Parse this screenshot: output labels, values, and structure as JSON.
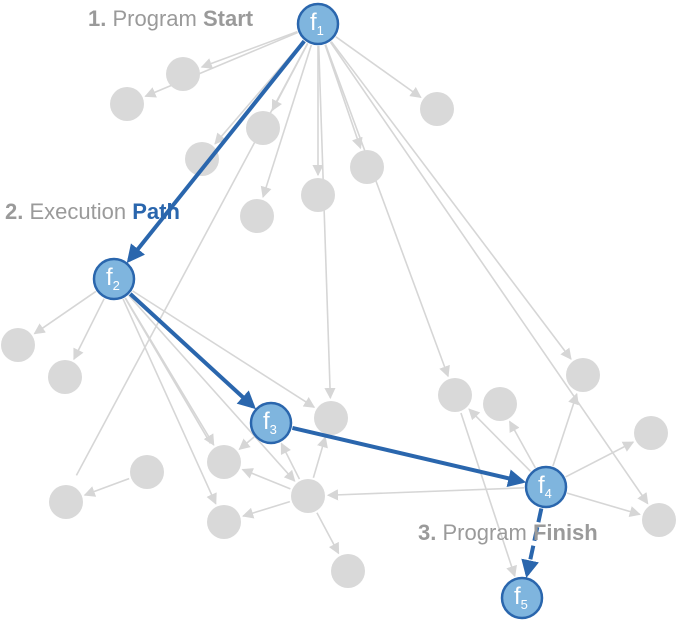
{
  "colors": {
    "path": "#2a66ad",
    "node_fill": "#7fb5de",
    "node_stroke": "#2a66ad",
    "gray_node": "#d9d9d9",
    "gray_edge": "#d6d6d6",
    "label_gray": "#9a9a9a"
  },
  "labels": {
    "start": {
      "number": "1.",
      "text": " Program ",
      "emph": "Start"
    },
    "path": {
      "number": "2.",
      "text": " Execution ",
      "emph": "Path"
    },
    "finish": {
      "number": "3.",
      "text": " Program ",
      "emph": "Finish"
    }
  },
  "functions": [
    {
      "id": "f1",
      "letter": "f",
      "sub": "1"
    },
    {
      "id": "f2",
      "letter": "f",
      "sub": "2"
    },
    {
      "id": "f3",
      "letter": "f",
      "sub": "3"
    },
    {
      "id": "f4",
      "letter": "f",
      "sub": "4"
    },
    {
      "id": "f5",
      "letter": "f",
      "sub": "5"
    }
  ],
  "execution_path": [
    "f1",
    "f2",
    "f3",
    "f4",
    "f5"
  ]
}
